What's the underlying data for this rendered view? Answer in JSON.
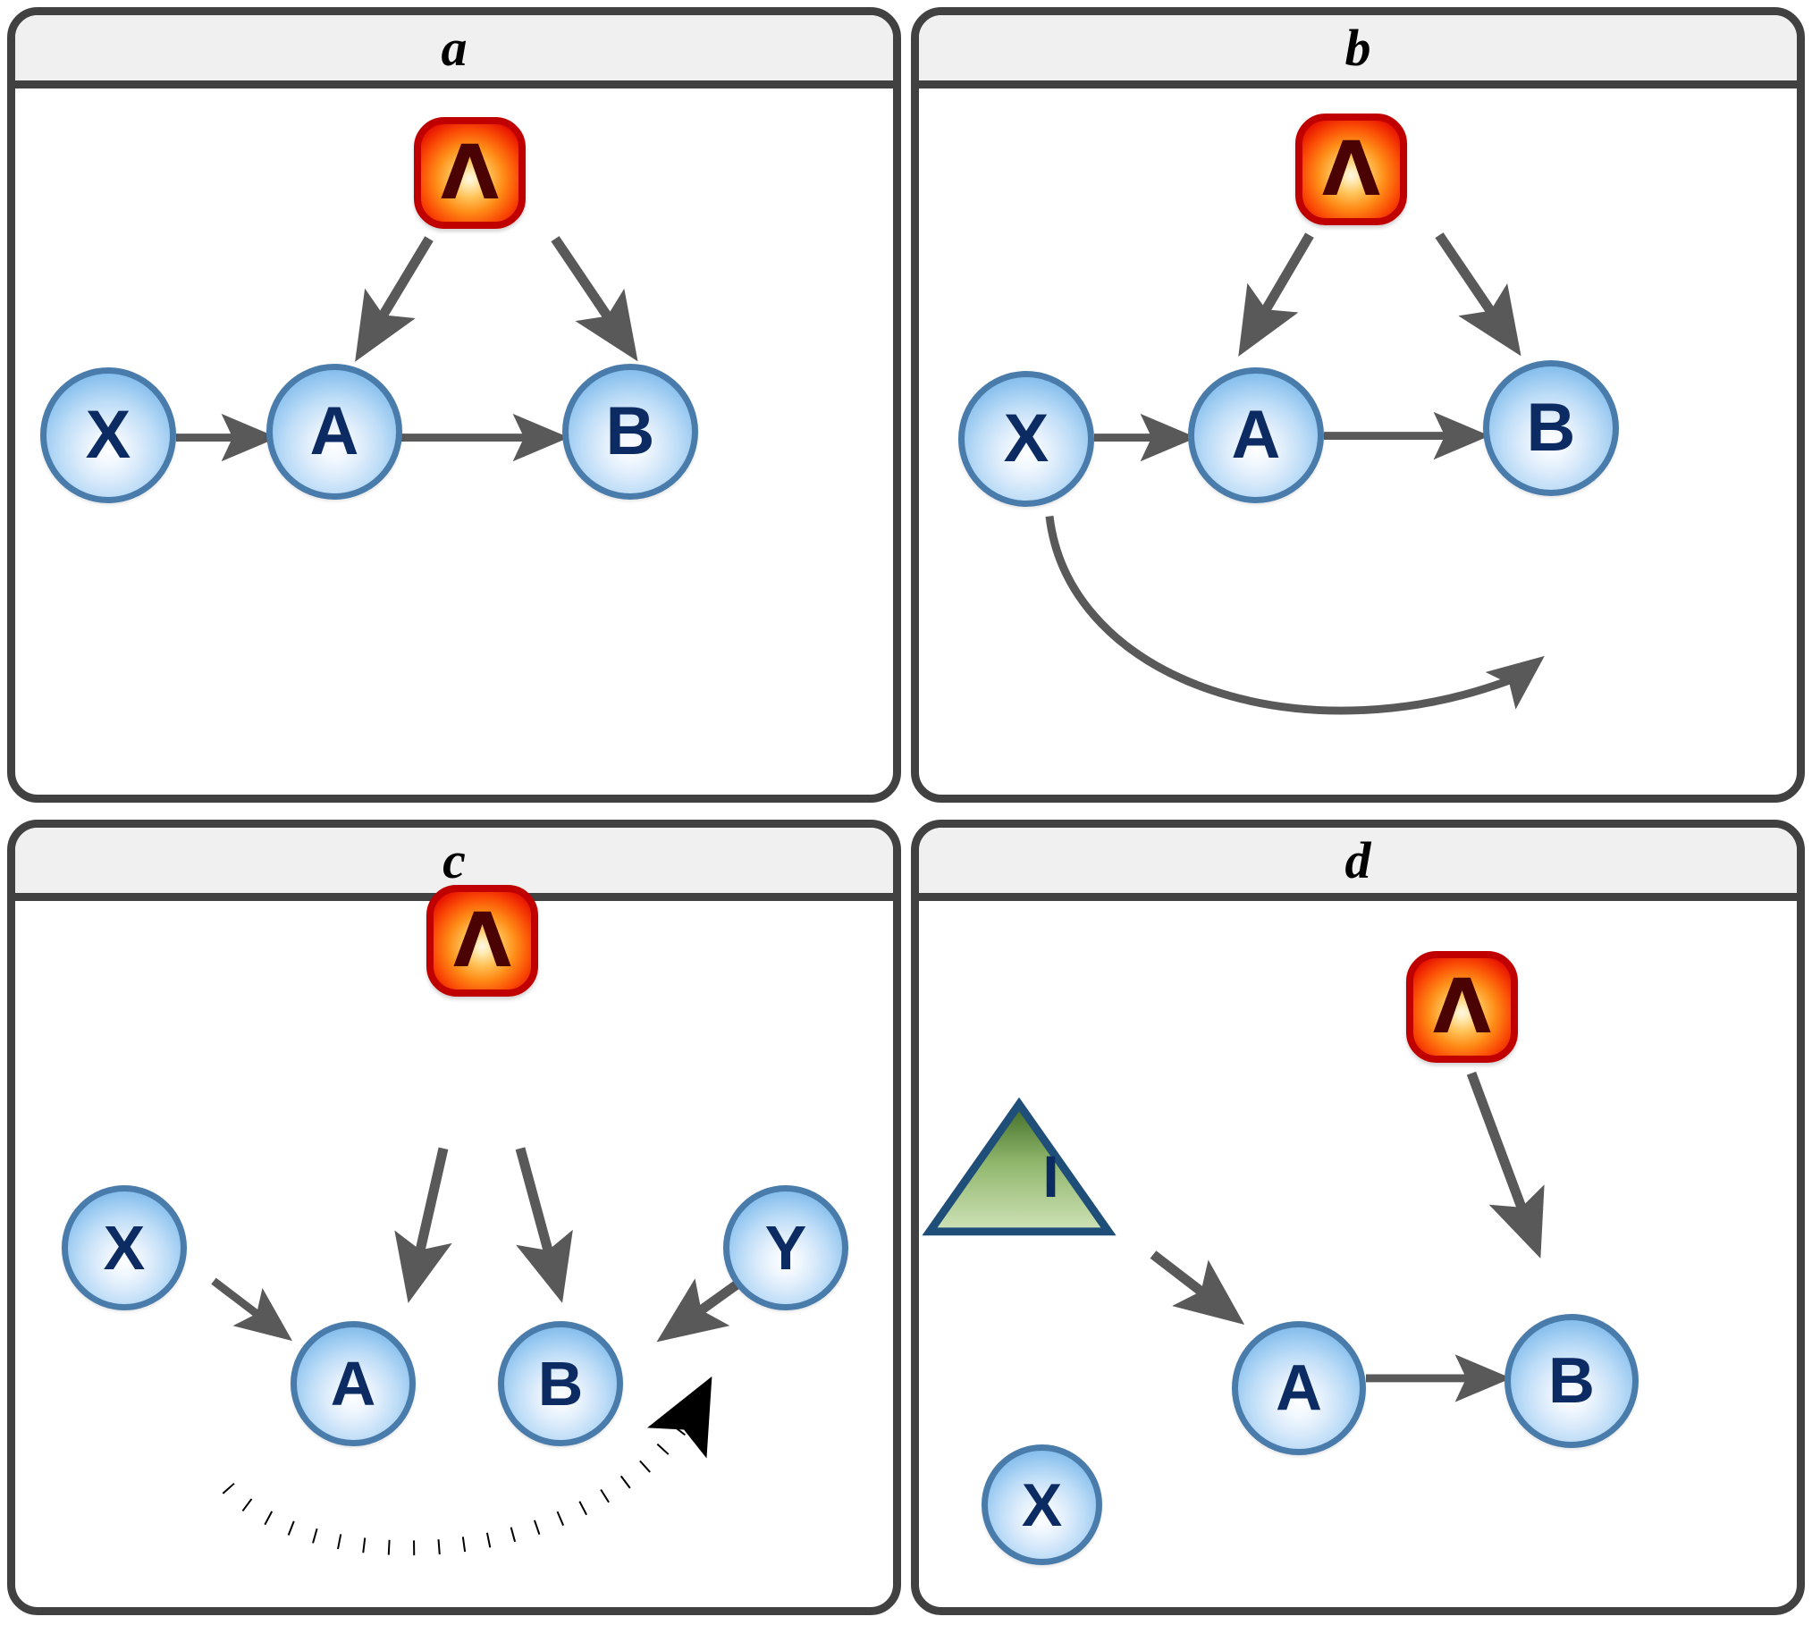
{
  "figure": {
    "type": "causal-diagram-grid",
    "rows": 2,
    "cols": 2,
    "background": "#ffffff",
    "panel_border_color": "#414141",
    "header_background": "#f0f0f0",
    "arrow_color": "#595959",
    "dotted_arrow_color": "#000000",
    "node_fill_center": "#fdfeff",
    "node_fill_edge": "#5ba3e0",
    "node_border_color": "#4a7cab",
    "node_text_color": "#0d2b63",
    "lambda_fill_center": "#fff8e8",
    "lambda_fill_edge": "#cf0000",
    "lambda_border_color": "#c00000",
    "lambda_text_color": "#4a0202",
    "triangle_fill_top": "#3f6b25",
    "triangle_fill_bottom": "#cfe3b8",
    "triangle_border_color": "#1f4e79"
  },
  "panels": [
    {
      "id": "a",
      "label": "a",
      "nodes": [
        {
          "id": "X",
          "label": "X",
          "shape": "circle"
        },
        {
          "id": "A",
          "label": "A",
          "shape": "circle"
        },
        {
          "id": "B",
          "label": "B",
          "shape": "circle"
        },
        {
          "id": "L",
          "label": "Λ",
          "shape": "rounded-square"
        }
      ],
      "edges": [
        {
          "from": "X",
          "to": "A",
          "style": "solid"
        },
        {
          "from": "A",
          "to": "B",
          "style": "solid"
        },
        {
          "from": "L",
          "to": "A",
          "style": "solid"
        },
        {
          "from": "L",
          "to": "B",
          "style": "solid"
        }
      ]
    },
    {
      "id": "b",
      "label": "b",
      "nodes": [
        {
          "id": "X",
          "label": "X",
          "shape": "circle"
        },
        {
          "id": "A",
          "label": "A",
          "shape": "circle"
        },
        {
          "id": "B",
          "label": "B",
          "shape": "circle"
        },
        {
          "id": "L",
          "label": "Λ",
          "shape": "rounded-square"
        }
      ],
      "edges": [
        {
          "from": "X",
          "to": "A",
          "style": "solid"
        },
        {
          "from": "A",
          "to": "B",
          "style": "solid"
        },
        {
          "from": "L",
          "to": "A",
          "style": "solid"
        },
        {
          "from": "L",
          "to": "B",
          "style": "solid"
        },
        {
          "from": "X",
          "to": "B",
          "style": "solid-curved"
        }
      ]
    },
    {
      "id": "c",
      "label": "c",
      "nodes": [
        {
          "id": "X",
          "label": "X",
          "shape": "circle"
        },
        {
          "id": "A",
          "label": "A",
          "shape": "circle"
        },
        {
          "id": "B",
          "label": "B",
          "shape": "circle"
        },
        {
          "id": "Y",
          "label": "Y",
          "shape": "circle"
        },
        {
          "id": "L",
          "label": "Λ",
          "shape": "rounded-square"
        }
      ],
      "edges": [
        {
          "from": "X",
          "to": "A",
          "style": "solid"
        },
        {
          "from": "L",
          "to": "A",
          "style": "solid"
        },
        {
          "from": "L",
          "to": "B",
          "style": "solid"
        },
        {
          "from": "Y",
          "to": "B",
          "style": "solid"
        },
        {
          "from": "A",
          "to": "Y",
          "style": "dotted-curved"
        }
      ]
    },
    {
      "id": "d",
      "label": "d",
      "nodes": [
        {
          "id": "I",
          "label": "I",
          "shape": "triangle"
        },
        {
          "id": "X",
          "label": "X",
          "shape": "circle"
        },
        {
          "id": "A",
          "label": "A",
          "shape": "circle"
        },
        {
          "id": "B",
          "label": "B",
          "shape": "circle"
        },
        {
          "id": "L",
          "label": "Λ",
          "shape": "rounded-square"
        }
      ],
      "edges": [
        {
          "from": "I",
          "to": "A",
          "style": "solid"
        },
        {
          "from": "A",
          "to": "B",
          "style": "solid"
        },
        {
          "from": "L",
          "to": "B",
          "style": "solid"
        }
      ]
    }
  ]
}
